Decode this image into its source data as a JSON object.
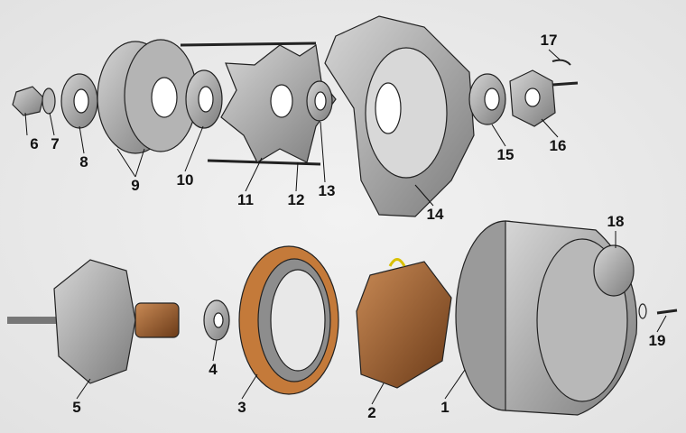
{
  "diagram": {
    "parts": [
      {
        "id": "1",
        "label": "1"
      },
      {
        "id": "2",
        "label": "2"
      },
      {
        "id": "3",
        "label": "3"
      },
      {
        "id": "4",
        "label": "4"
      },
      {
        "id": "5",
        "label": "5"
      },
      {
        "id": "6",
        "label": "6"
      },
      {
        "id": "7",
        "label": "7"
      },
      {
        "id": "8",
        "label": "8"
      },
      {
        "id": "9",
        "label": "9"
      },
      {
        "id": "10",
        "label": "10"
      },
      {
        "id": "11",
        "label": "11"
      },
      {
        "id": "12",
        "label": "12"
      },
      {
        "id": "13",
        "label": "13"
      },
      {
        "id": "14",
        "label": "14"
      },
      {
        "id": "15",
        "label": "15"
      },
      {
        "id": "16",
        "label": "16"
      },
      {
        "id": "17",
        "label": "17"
      },
      {
        "id": "18",
        "label": "18"
      },
      {
        "id": "19",
        "label": "19"
      }
    ],
    "colors": {
      "metal": "#a8a8a8",
      "metal_dark": "#6e6e6e",
      "copper": "#b8672e",
      "winding": "#c47a3a",
      "background": "#e4e4e4"
    }
  }
}
